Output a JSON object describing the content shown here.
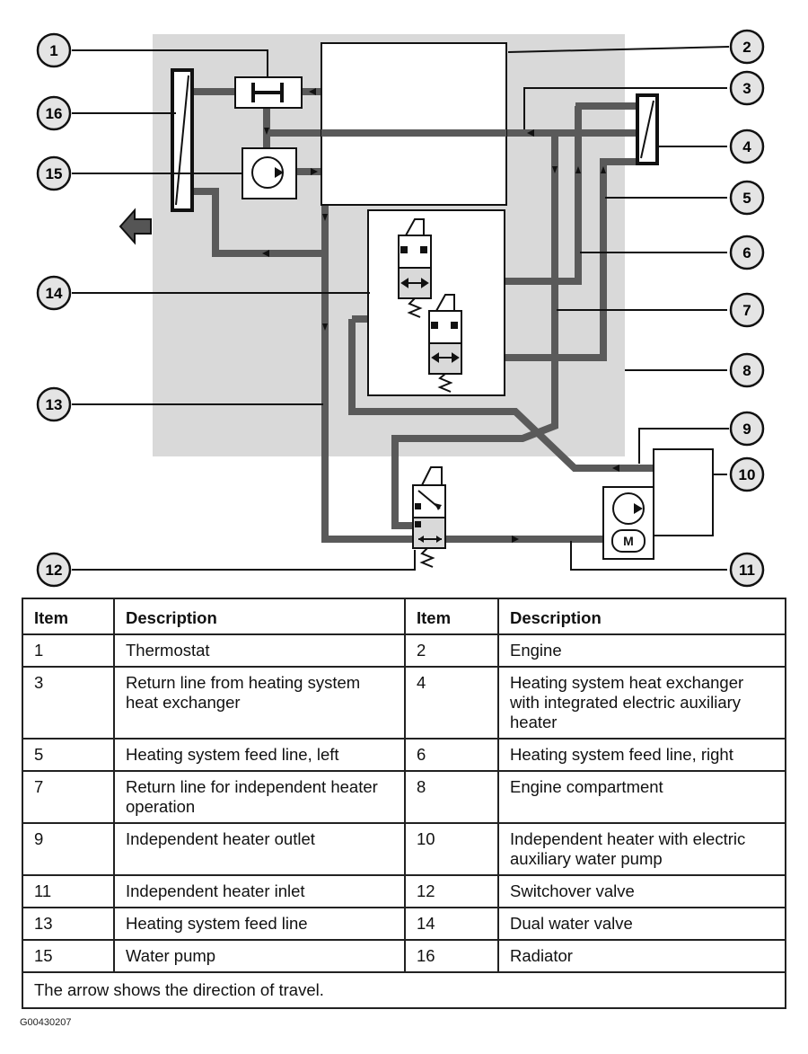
{
  "legend": {
    "headers": {
      "item": "Item",
      "description": "Description"
    },
    "rows": [
      {
        "item_left": "1",
        "desc_left": "Thermostat",
        "item_right": "2",
        "desc_right": "Engine"
      },
      {
        "item_left": "3",
        "desc_left": "Return line from heating system heat exchanger",
        "item_right": "4",
        "desc_right": "Heating system heat exchanger with integrated electric auxiliary heater"
      },
      {
        "item_left": "5",
        "desc_left": "Heating system feed line, left",
        "item_right": "6",
        "desc_right": "Heating system feed line, right"
      },
      {
        "item_left": "7",
        "desc_left": "Return line for independent heater operation",
        "item_right": "8",
        "desc_right": "Engine compartment"
      },
      {
        "item_left": "9",
        "desc_left": "Independent heater outlet",
        "item_right": "10",
        "desc_right": "Independent heater with electric auxiliary water pump"
      },
      {
        "item_left": "11",
        "desc_left": "Independent heater inlet",
        "item_right": "12",
        "desc_right": "Switchover valve"
      },
      {
        "item_left": "13",
        "desc_left": "Heating system feed line",
        "item_right": "14",
        "desc_right": "Dual water valve"
      },
      {
        "item_left": "15",
        "desc_left": "Water pump",
        "item_right": "16",
        "desc_right": "Radiator"
      }
    ],
    "note": "The arrow shows the direction of travel."
  },
  "callouts": [
    "1",
    "2",
    "3",
    "4",
    "5",
    "6",
    "7",
    "8",
    "9",
    "10",
    "11",
    "12",
    "13",
    "14",
    "15",
    "16"
  ],
  "motor_label": "M",
  "figure_id": "G00430207",
  "colors": {
    "compartment": "#d9d9d9",
    "pipe": "#5a5a5a",
    "outline": "#111111",
    "callout_fill": "#e4e4e4"
  }
}
